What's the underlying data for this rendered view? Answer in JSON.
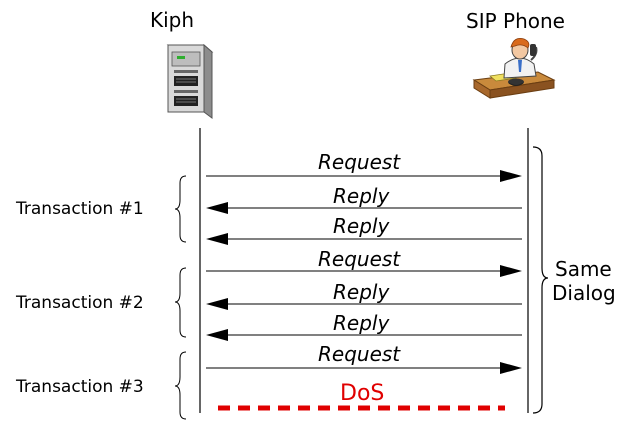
{
  "participants": {
    "left": "Kiph",
    "right": "SIP Phone"
  },
  "transactions": [
    {
      "label": "Transaction #1"
    },
    {
      "label": "Transaction #2"
    },
    {
      "label": "Transaction #3"
    }
  ],
  "messages": [
    {
      "label": "Request",
      "direction": "right"
    },
    {
      "label": "Reply",
      "direction": "left"
    },
    {
      "label": "Reply",
      "direction": "left"
    },
    {
      "label": "Request",
      "direction": "right"
    },
    {
      "label": "Reply",
      "direction": "left"
    },
    {
      "label": "Reply",
      "direction": "left"
    },
    {
      "label": "Request",
      "direction": "right"
    }
  ],
  "dialog": {
    "line1": "Same",
    "line2": "Dialog"
  },
  "dos": {
    "label": "DoS",
    "color": "#e00000"
  },
  "icons": {
    "left": "server-icon",
    "right": "person-on-phone-icon"
  }
}
